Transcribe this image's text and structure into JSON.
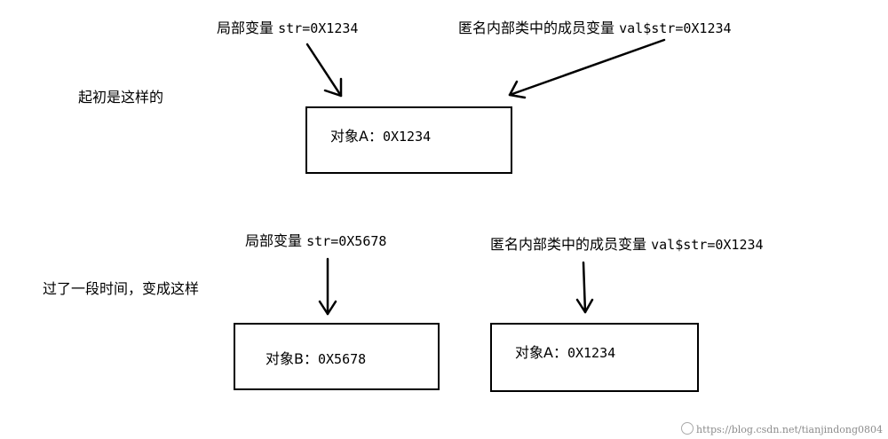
{
  "stage1": {
    "caption": "起初是这样的",
    "local_var": {
      "name": "局部变量",
      "code": "str=0X1234"
    },
    "member_var": {
      "name": "匿名内部类中的成员变量",
      "code": "val$str=0X1234"
    },
    "object": {
      "name": "对象A：",
      "address": "0X1234"
    }
  },
  "stage2": {
    "caption": "过了一段时间，变成这样",
    "local_var": {
      "name": "局部变量",
      "code": "str=0X5678"
    },
    "member_var": {
      "name": "匿名内部类中的成员变量",
      "code": "val$str=0X1234"
    },
    "object_b": {
      "name": "对象B：",
      "address": "0X5678"
    },
    "object_a": {
      "name": "对象A：",
      "address": "0X1234"
    }
  },
  "watermark": "https://blog.csdn.net/tianjindong0804"
}
